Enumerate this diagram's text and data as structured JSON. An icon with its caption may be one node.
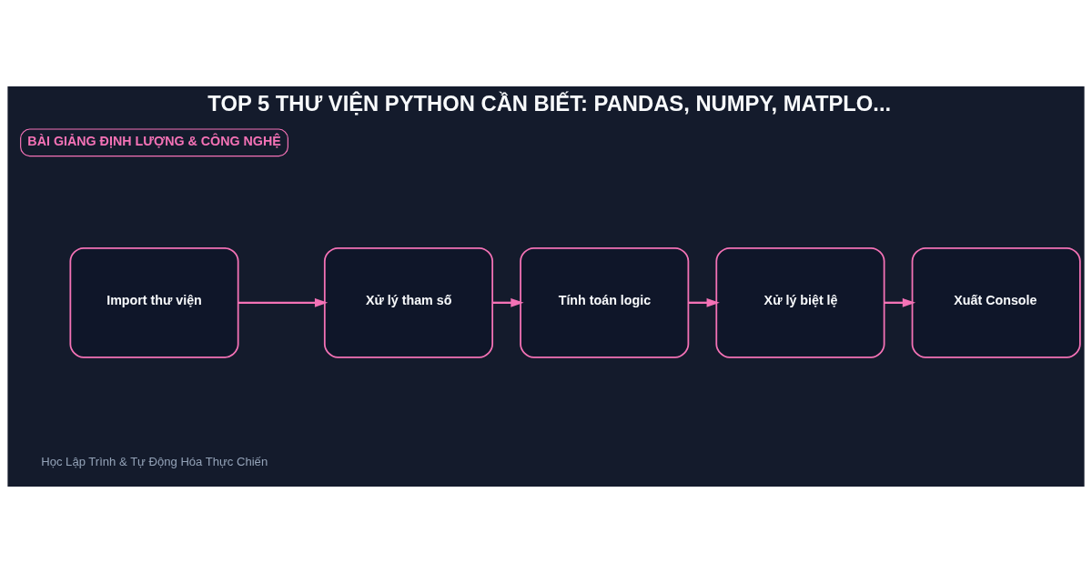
{
  "diagram": {
    "title": "TOP 5 THƯ VIỆN PYTHON CẦN BIẾT: PANDAS, NUMPY, MATPLO...",
    "nodes": [
      {
        "text": [
          "Import thư viện"
        ]
      },
      {
        "text": [
          "Xử lý tham số"
        ]
      },
      {
        "text": [
          "Tính toán logic"
        ]
      },
      {
        "text": [
          "Xử lý biệt lệ"
        ]
      },
      {
        "text": [
          "Xuất Console"
        ]
      }
    ],
    "edges": [
      {
        "from": 0,
        "to": 1,
        "arrow": "to"
      },
      {
        "from": 1,
        "to": 2,
        "arrow": "to"
      },
      {
        "from": 2,
        "to": 3,
        "arrow": "to"
      },
      {
        "from": 3,
        "to": 4,
        "arrow": "to"
      }
    ],
    "labels": [
      "BÀI GIẢNG ĐỊNH LƯỢNG & CÔNG NGHỆ",
      "Học Lập Trình & Tự Động Hóa Thực Chiến"
    ]
  }
}
